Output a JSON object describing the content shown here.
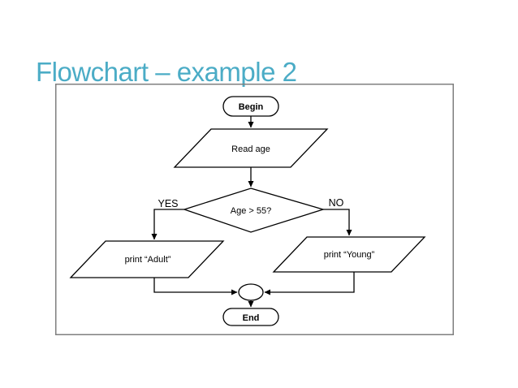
{
  "title": "Flowchart – example 2",
  "theme": {
    "title_color": "#4BACC6",
    "frame_border_color": "#7f7f7f",
    "shape_stroke_color": "#000000",
    "shape_fill_color": "#ffffff"
  },
  "flowchart": {
    "nodes": {
      "begin": {
        "type": "terminator",
        "label": "Begin"
      },
      "read_age": {
        "type": "input-output",
        "label": "Read age"
      },
      "decision": {
        "type": "decision",
        "label": "Age > 55?"
      },
      "print_adult": {
        "type": "input-output",
        "label": "print “Adult”"
      },
      "print_young": {
        "type": "input-output",
        "label": "print “Young”"
      },
      "merge": {
        "type": "connector",
        "label": ""
      },
      "end": {
        "type": "terminator",
        "label": "End"
      }
    },
    "branch_labels": {
      "yes": "YES",
      "no": "NO"
    }
  }
}
